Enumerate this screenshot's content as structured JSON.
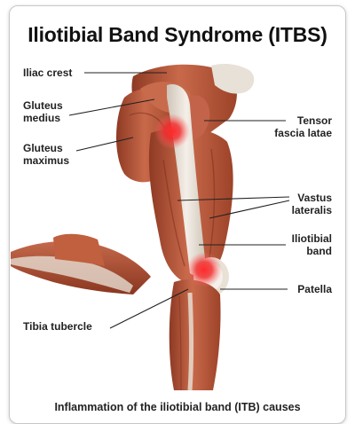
{
  "title": "Iliotibial Band Syndrome (ITBS)",
  "labels": {
    "iliac_crest": "Iliac crest",
    "gluteus_medius": "Gluteus\nmedius",
    "gluteus_maximus": "Gluteus\nmaximus",
    "tensor_fascia_latae": "Tensor\nfascia latae",
    "vastus_lateralis": "Vastus\nlateralis",
    "iliotibial_band": "Iliotibial\nband",
    "patella": "Patella",
    "tibia_tubercle": "Tibia tubercle"
  },
  "caption": "Inflammation of the iliotibial band (ITB) causes",
  "colors": {
    "muscle": "#b5563a",
    "tendon": "#e9e2d8",
    "inflammation": "#e8242b"
  }
}
